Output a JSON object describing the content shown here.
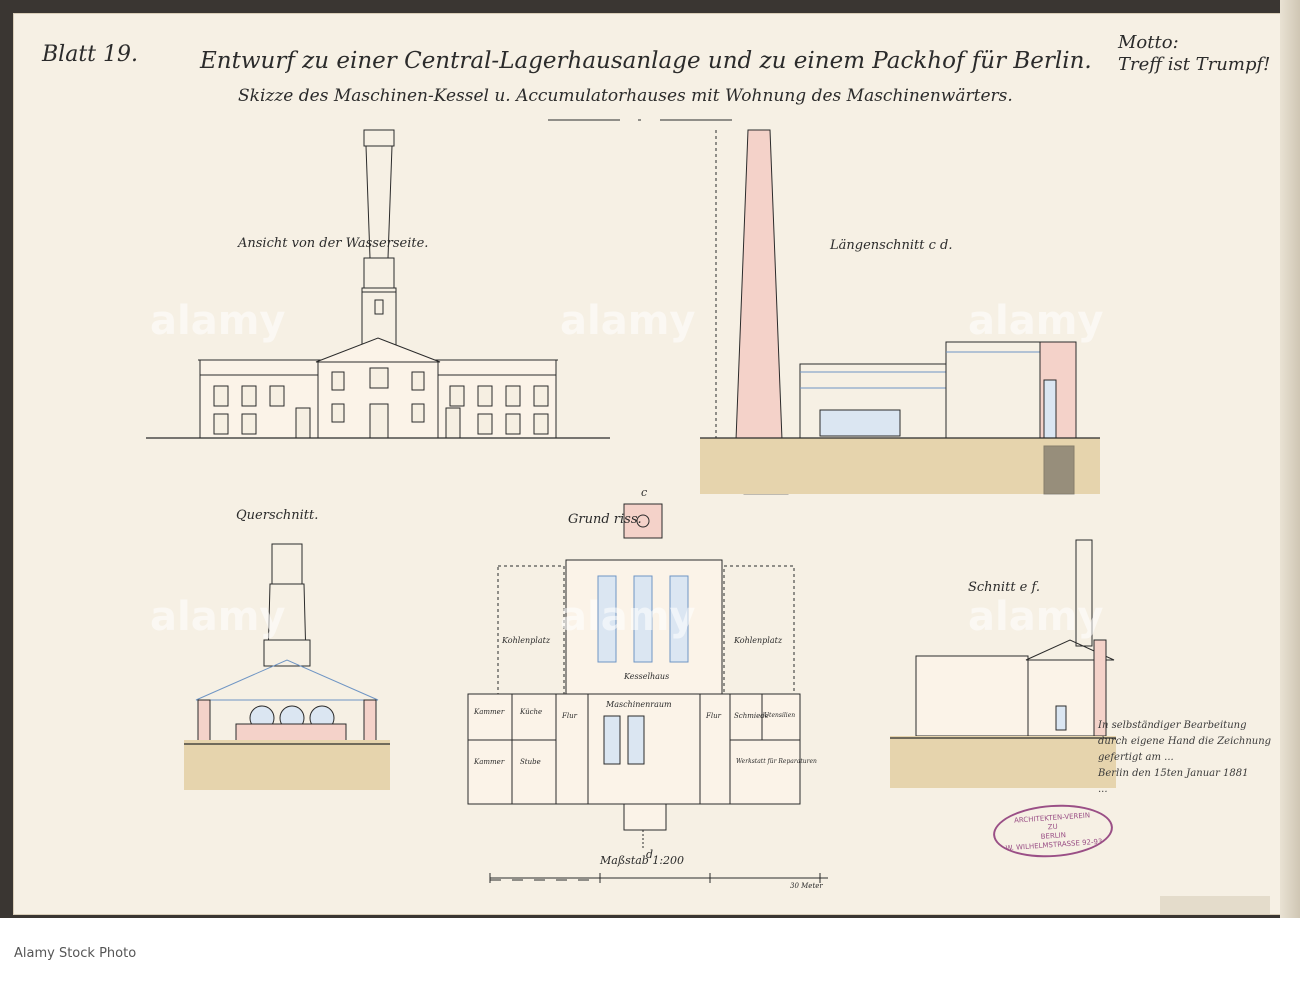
{
  "sheet": {
    "sheet_no": "Blatt 19.",
    "title": "Entwurf zu einer Central-Lagerhausanlage und zu einem Packhof für Berlin.",
    "subtitle": "Skizze des Maschinen-Kessel u. Accumulatorhauses mit Wohnung des Maschinenwärters.",
    "motto_1": "Motto:",
    "motto_2": "Treff ist Trumpf!"
  },
  "views": {
    "ansicht": "Ansicht von der Wasserseite.",
    "laengenschnitt": "Längenschnitt c d.",
    "querschnitt": "Querschnitt.",
    "grundriss": "Grund riss.",
    "schnitt_ef": "Schnitt e f."
  },
  "plan_labels": {
    "c": "c",
    "d": "d",
    "kohlenplatz_l": "Kohlenplatz",
    "kohlenplatz_r": "Kohlenplatz",
    "kesselhaus": "Kesselhaus",
    "maschinenraum": "Maschinenraum",
    "kammer": "Kammer",
    "kueche": "Küche",
    "flur_l": "Flur",
    "flur_r": "Flur",
    "stube": "Stube",
    "kammer2": "Kammer",
    "schmiede": "Schmiede",
    "utensilien": "Utensilien",
    "werkstatt": "Werkstatt für Reparaturen"
  },
  "scale": {
    "label": "Maßstab 1:200",
    "end": "30 Meter"
  },
  "note": [
    "In selbständiger Bearbeitung",
    "durch eigene Hand die Zeichnung",
    "gefertigt am ...",
    "Berlin den 15ten Januar 1881",
    "..."
  ],
  "stamp": {
    "line1": "ARCHITEKTEN-VEREIN",
    "line2": "ZU",
    "line3": "BERLIN",
    "line4": "W. WILHELMSTRASSE 92-93"
  },
  "watermark": "alamy",
  "footer": {
    "id": "Alamy Stock Photo"
  },
  "colors": {
    "paper": "#f6f0e4",
    "ink": "#2b2b2b",
    "brick": "#f2c6bb",
    "ground": "#e6d4ad",
    "glass": "#a8c4e0",
    "stamp": "#9a4f86"
  }
}
